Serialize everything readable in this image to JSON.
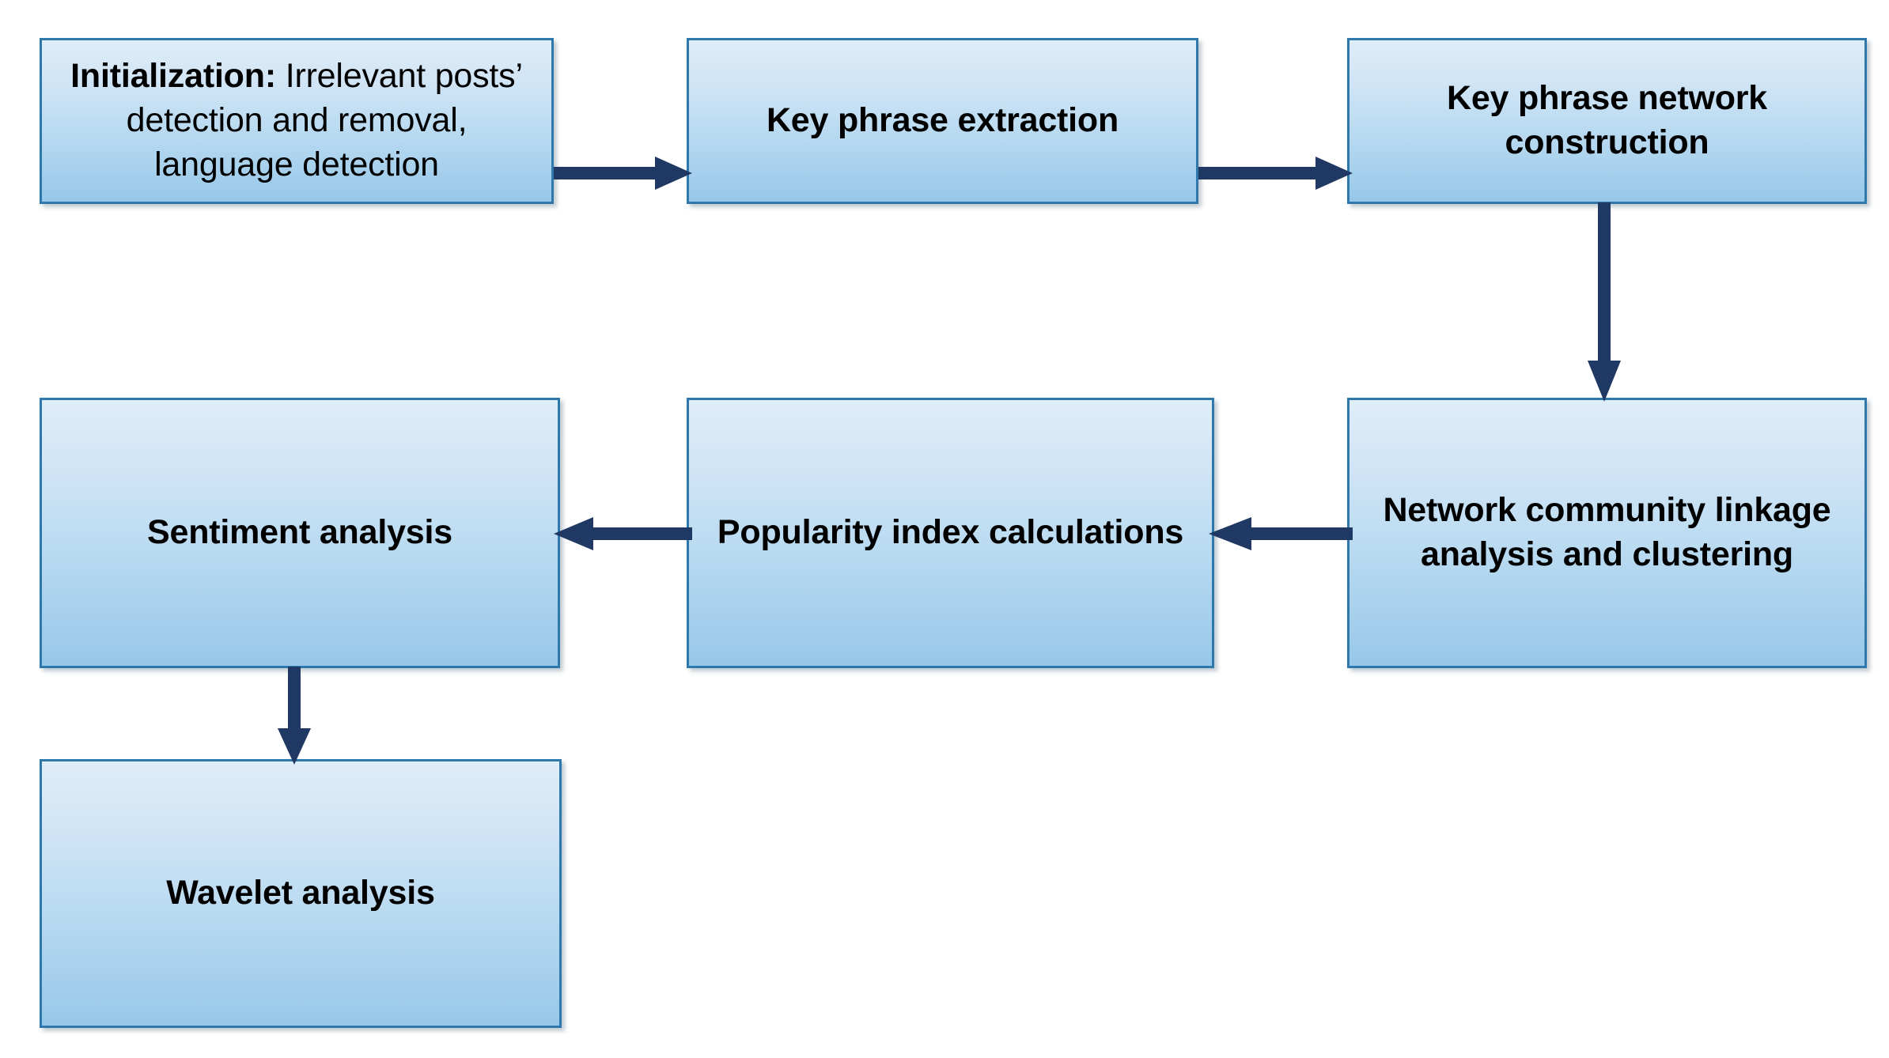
{
  "diagram": {
    "title": "Social media analysis pipeline flowchart",
    "colors": {
      "box_border": "#2E78AC",
      "box_fill_top": "#DFEDF8",
      "box_fill_bottom": "#97C8E9",
      "arrow": "#1F3864",
      "text": "#000000",
      "background": "#FFFFFF"
    },
    "nodes": [
      {
        "id": "initialization",
        "lead": "Initialization:",
        "rest": " Irrelevant posts’ detection and removal, language detection",
        "label": "Initialization: Irrelevant posts’ detection and removal, language detection",
        "row": 1,
        "column": 1
      },
      {
        "id": "keyphrase-extraction",
        "label": "Key phrase extraction",
        "row": 1,
        "column": 2
      },
      {
        "id": "keyphrase-network",
        "label": "Key phrase network construction",
        "row": 1,
        "column": 3
      },
      {
        "id": "sentiment",
        "label": "Sentiment analysis",
        "row": 2,
        "column": 1
      },
      {
        "id": "popularity",
        "label": "Popularity index calculations",
        "row": 2,
        "column": 2
      },
      {
        "id": "network-community",
        "label": "Network community linkage analysis and clustering",
        "row": 2,
        "column": 3
      },
      {
        "id": "wavelet",
        "label": "Wavelet analysis",
        "row": 3,
        "column": 1
      }
    ],
    "edges": [
      {
        "id": "init-to-extraction",
        "from": "initialization",
        "to": "keyphrase-extraction",
        "direction": "right"
      },
      {
        "id": "extraction-to-network",
        "from": "keyphrase-extraction",
        "to": "keyphrase-network",
        "direction": "right"
      },
      {
        "id": "network-down",
        "from": "keyphrase-network",
        "to": "network-community",
        "direction": "down"
      },
      {
        "id": "community-to-popularity",
        "from": "network-community",
        "to": "popularity",
        "direction": "left"
      },
      {
        "id": "popularity-to-sentiment",
        "from": "popularity",
        "to": "sentiment",
        "direction": "left"
      },
      {
        "id": "sentiment-down",
        "from": "sentiment",
        "to": "wavelet",
        "direction": "down"
      }
    ]
  }
}
